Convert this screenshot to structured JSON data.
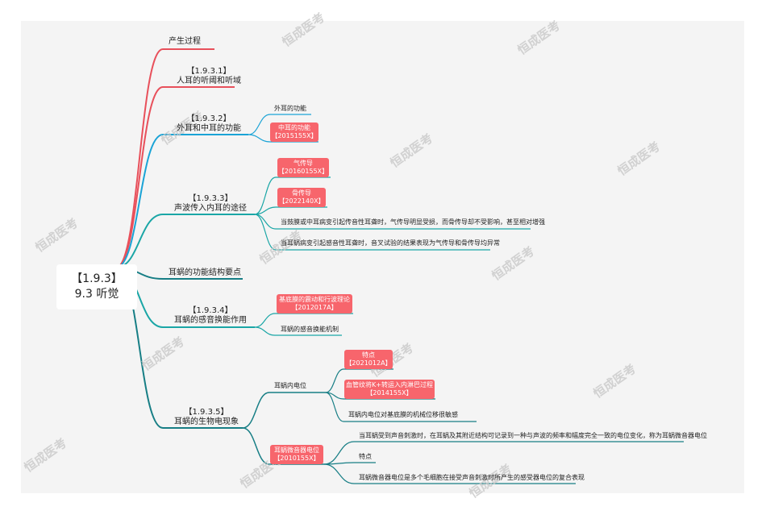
{
  "root": {
    "code": "【1.9.3】",
    "title": "9.3 听觉"
  },
  "branches": {
    "b1": {
      "label": "产生过程"
    },
    "b2": {
      "code": "【1.9.3.1】",
      "label": "人耳的听阈和听域"
    },
    "b3": {
      "code": "【1.9.3.2】",
      "label": "外耳和中耳的功能",
      "children": [
        {
          "label": "外耳的功能"
        },
        {
          "label": "中耳的功能",
          "tag": "【2015155X】"
        }
      ]
    },
    "b4": {
      "code": "【1.9.3.3】",
      "label": "声波传入内耳的途径",
      "children": [
        {
          "label": "气传导",
          "tag": "【20160155X】"
        },
        {
          "label": "骨传导",
          "tag": "【2022140X】"
        },
        {
          "label": "当鼓膜或中耳病变引起传音性耳聋时，气传导明显受损，而骨传导却不受影响，甚至相对增强"
        },
        {
          "label": "当耳蜗病变引起感音性耳聋时，音叉试验的结果表现为气传导和骨传导均异常"
        }
      ]
    },
    "b5": {
      "label": "耳蜗的功能结构要点"
    },
    "b6": {
      "code": "【1.9.3.4】",
      "label": "耳蜗的感音换能作用",
      "children": [
        {
          "label": "基底膜的震动和行波理论",
          "tag": "【2012017A】"
        },
        {
          "label": "耳蜗的感音换能机制"
        }
      ]
    },
    "b7": {
      "code": "【1.9.3.5】",
      "label": "耳蜗的生物电现象",
      "children": [
        {
          "label": "耳蜗内电位",
          "children": [
            {
              "label": "特点",
              "tag": "【2021012A】"
            },
            {
              "label": "血管纹将K+转运入内淋巴过程",
              "tag": "【2014155X】"
            },
            {
              "label": "耳蜗内电位对基底膜的机械位移很敏感"
            }
          ]
        },
        {
          "label": "耳蜗微音器电位",
          "tag": "【2010155X】",
          "children": [
            {
              "label": "当耳蜗受到声音刺激时，在耳蜗及其附近结构可记录到一种与声波的频率和幅度完全一致的电位变化，称为耳蜗微音器电位"
            },
            {
              "label": "特点"
            },
            {
              "label": "耳蜗微音器电位是多个毛细胞在接受声音刺激时所产生的感受器电位的复合表现"
            }
          ]
        }
      ]
    }
  },
  "watermark": {
    "text": "恒成医考"
  },
  "colors": {
    "red": "#e8505b",
    "blue": "#1aa3d6",
    "teal": "#1aa6a6",
    "dark_teal": "#177e85",
    "tag": "#f7656c",
    "canvas": "#f4f4f4"
  }
}
